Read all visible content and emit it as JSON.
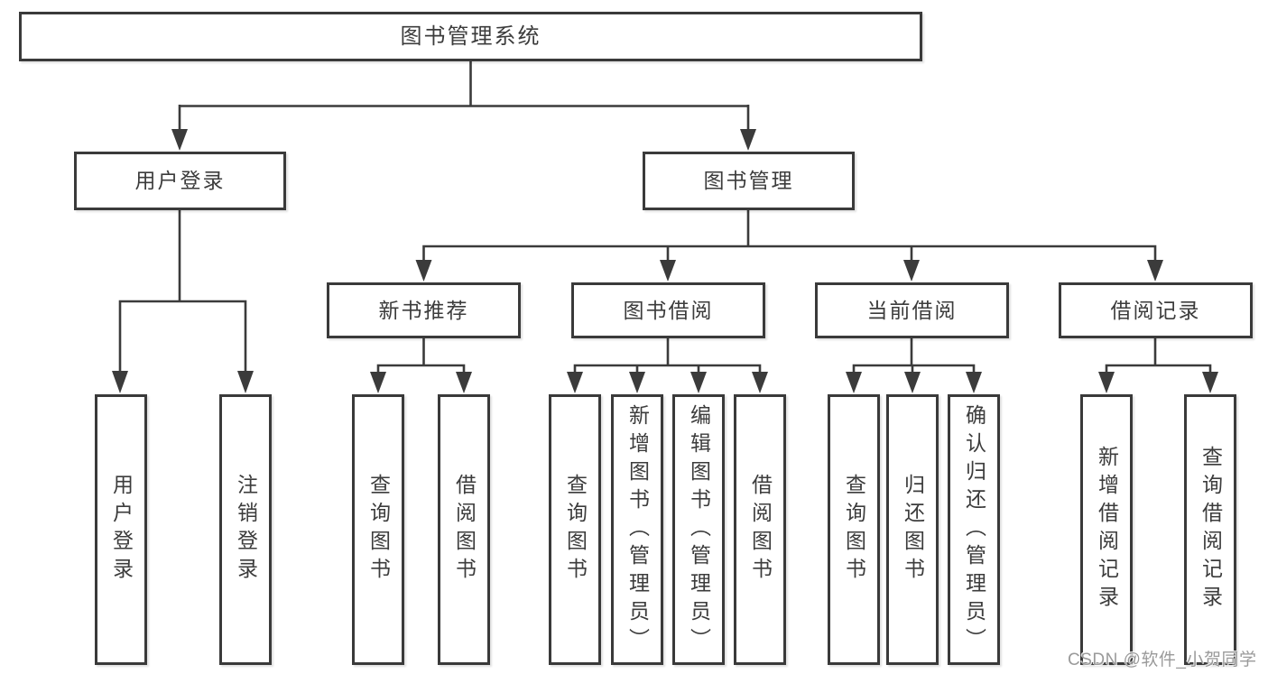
{
  "brand": {
    "watermark": "CSDN @软件_小贺同学"
  },
  "diagram": {
    "root": {
      "label": "图书管理系统"
    },
    "branches": [
      {
        "label": "用户登录",
        "children": [
          {
            "label": "用户登录"
          },
          {
            "label": "注销登录"
          }
        ]
      },
      {
        "label": "图书管理",
        "sections": [
          {
            "label": "新书推荐",
            "children": [
              {
                "label": "查询图书"
              },
              {
                "label": "借阅图书"
              }
            ]
          },
          {
            "label": "图书借阅",
            "children": [
              {
                "label": "查询图书"
              },
              {
                "label": "新增图书（管理员）"
              },
              {
                "label": "编辑图书（管理员）"
              },
              {
                "label": "借阅图书"
              }
            ]
          },
          {
            "label": "当前借阅",
            "children": [
              {
                "label": "查询图书"
              },
              {
                "label": "归还图书"
              },
              {
                "label": "确认归还（管理员）"
              }
            ]
          },
          {
            "label": "借阅记录",
            "children": [
              {
                "label": "新增借阅记录"
              },
              {
                "label": "查询借阅记录"
              }
            ]
          }
        ]
      }
    ]
  }
}
